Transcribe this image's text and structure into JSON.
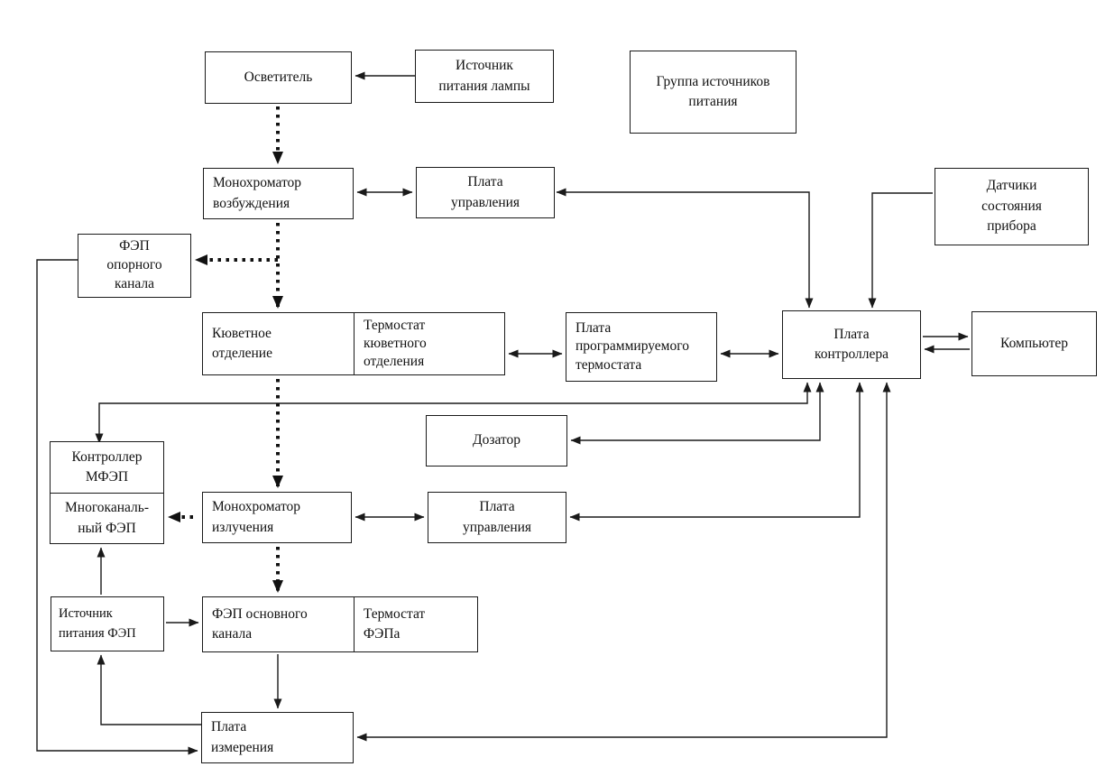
{
  "diagram": {
    "colors": {
      "background": "#ffffff",
      "line": "#1a1a1a",
      "box_border": "#1a1a1a",
      "box_fill": "#ffffff"
    },
    "nodes": {
      "illuminator": {
        "label": "Осветитель"
      },
      "lamp_power_supply": {
        "label": "Источник\nпитания лампы"
      },
      "power_supply_group": {
        "label": "Группа источников\nпитания"
      },
      "excitation_monochromator": {
        "label": "Монохроматор\nвозбуждения"
      },
      "control_board_top": {
        "label": "Плата\nуправления"
      },
      "device_state_sensors": {
        "label": "Датчики\nсостояния\nприбора"
      },
      "reference_channel_fep": {
        "label": "ФЭП\nопорного\nканала"
      },
      "cuvette_compartment": {
        "label": "Кюветное\nотделение"
      },
      "cuvette_thermostat": {
        "label": "Термостат\nкюветного\nотделения"
      },
      "programmable_thermostat_board": {
        "label": "Плата\nпрограммируемого\nтермостата"
      },
      "controller_board": {
        "label": "Плата\nконтроллера"
      },
      "computer": {
        "label": "Компьютер"
      },
      "dispenser": {
        "label": "Дозатор"
      },
      "mfep_controller": {
        "label": "Контроллер\nМФЭП"
      },
      "multichannel_fep": {
        "label": "Многоканаль-\nный ФЭП"
      },
      "emission_monochromator": {
        "label": "Монохроматор\nизлучения"
      },
      "control_board_bottom": {
        "label": "Плата\nуправления"
      },
      "fep_power_supply": {
        "label": "Источник\nпитания ФЭП"
      },
      "main_channel_fep": {
        "label": "ФЭП основного\nканала"
      },
      "fep_thermostat": {
        "label": "Термостат\nФЭПа"
      },
      "measurement_board": {
        "label": "Плата\nизмерения"
      }
    }
  }
}
